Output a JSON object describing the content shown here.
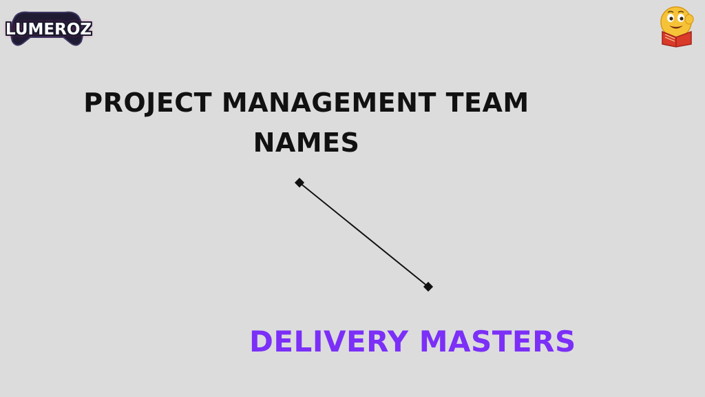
{
  "logo": {
    "text": "LUMEROZ",
    "icon": "gamepad-icon"
  },
  "emoji": {
    "icon": "reading-book-emoji-icon"
  },
  "title": "PROJECT MANAGEMENT TEAM NAMES",
  "answer": "DELIVERY MASTERS",
  "colors": {
    "background": "#dcdcdc",
    "title": "#111111",
    "answer": "#7b2ff7",
    "line": "#111111"
  }
}
